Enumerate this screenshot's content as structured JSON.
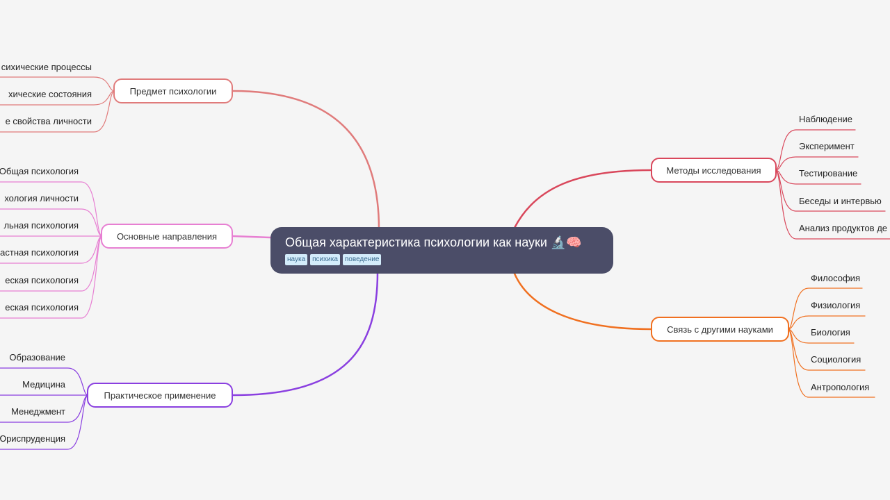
{
  "root": {
    "title": "Общая характеристика психологии как науки 🔬🧠",
    "tags": [
      "наука",
      "психика",
      "поведение"
    ]
  },
  "branches": {
    "subject": {
      "label": "Предмет психологии",
      "color": "#e07b7b",
      "items": [
        "сихические процессы",
        "хические состояния",
        "е свойства личности"
      ]
    },
    "directions": {
      "label": "Основные направления",
      "color": "#e77fd2",
      "items": [
        "Общая психология",
        "хология личности",
        "льная психология",
        "астная психология",
        "еская психология",
        "еская психология"
      ]
    },
    "practice": {
      "label": "Практическое применение",
      "color": "#8a3fe0",
      "items": [
        "Образование",
        "Медицина",
        "Менеджмент",
        "Юриспруденция"
      ]
    },
    "methods": {
      "label": "Методы исследования",
      "color": "#d9475b",
      "items": [
        "Наблюдение",
        "Эксперимент",
        "Тестирование",
        "Беседы и интервью",
        "Анализ продуктов де"
      ]
    },
    "relations": {
      "label": "Связь с другими науками",
      "color": "#f07020",
      "items": [
        "Философия",
        "Физиология",
        "Биология",
        "Социология",
        "Антропология"
      ]
    }
  }
}
